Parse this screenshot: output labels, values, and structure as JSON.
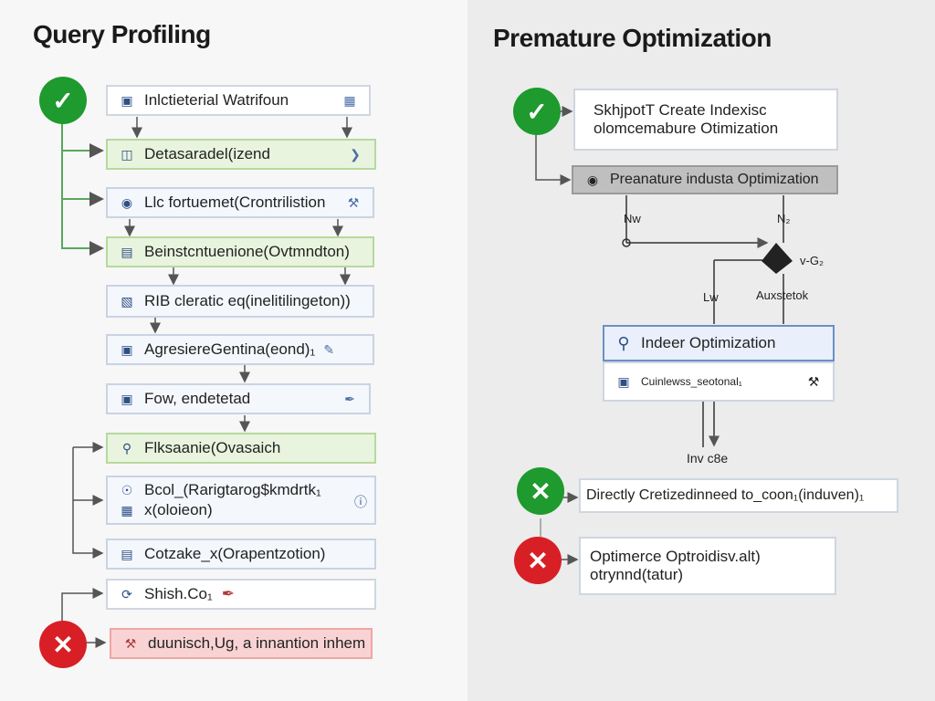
{
  "left": {
    "title": "Query Profiling",
    "boxes": [
      "Inlctieterial Watrifoun",
      "Detasaradel(izend",
      "Llc fortuemet(Crontrilistion",
      "Beinstcntuenione(Ovtmndton)",
      "RIB cleratic eq(inelitilingeton))",
      "AgresiereGentina(eond)₁",
      "Fow, endetetad",
      "Flksaanie(Ovasaich",
      "Bcol_(Rarigtarog$kmdrtk₁",
      "x(oloieon)",
      "Cotzake_x(Orapentzotion)",
      "Shish.Co₁",
      "duunisch,Ug, a innantion inhem"
    ]
  },
  "right": {
    "title": "Premature Optimization",
    "box1_line1": "SkhjpotT Create Indexisc",
    "box1_line2": "olomcemabure Otimization",
    "gray_box": "Preanature industa Optimization",
    "label_nw": "Nw",
    "label_n2": "N₂",
    "label_lw": "Lw",
    "label_aux": "Auxstetok",
    "label_node": "v-G₂",
    "index_box": "Indeer Optimization",
    "index_sub": "Cuinlewss_seotonal₁",
    "label_inv": "Inv c8e",
    "box_direct": "Directly Cretizedinneed to_coon₁(induven)₁",
    "box_opt_line1": "Optimerce Optroidisv.alt)",
    "box_opt_line2": "otrynnd(tatur)"
  },
  "colors": {
    "check_green": "#1e9a2e",
    "cross_red": "#d81f26",
    "accent_blue": "#2e4f85"
  }
}
